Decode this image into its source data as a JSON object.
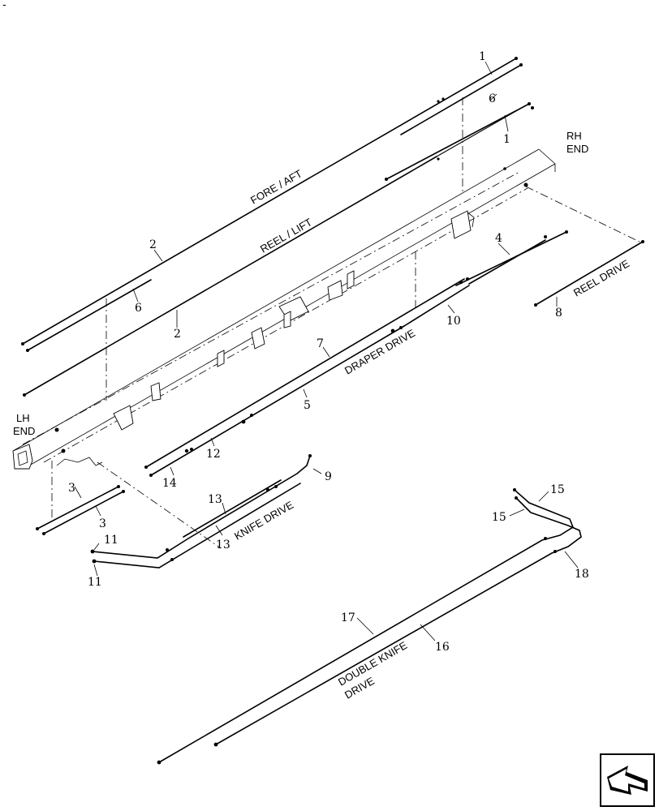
{
  "corner_mark": "-",
  "end_labels": {
    "rh_line1": "RH",
    "rh_line2": "END",
    "lh_line1": "LH",
    "lh_line2": "END"
  },
  "section_labels": {
    "fore_aft": "FORE / AFT",
    "reel_lift": "REEL / LIFT",
    "reel_drive": "REEL DRIVE",
    "draper_drive": "DRAPER DRIVE",
    "knife_drive": "KNIFE DRIVE",
    "double_knife_line1": "DOUBLE KNIFE",
    "double_knife_line2": "DRIVE"
  },
  "callouts": {
    "c1a": "1",
    "c1b": "1",
    "c6a": "6",
    "c6b": "6",
    "c2a": "2",
    "c2b": "2",
    "c4": "4",
    "c8": "8",
    "c10": "10",
    "c7": "7",
    "c5": "5",
    "c12": "12",
    "c14": "14",
    "c9": "9",
    "c3a": "3",
    "c3b": "3",
    "c13a": "13",
    "c13b": "13",
    "c11a": "11",
    "c11b": "11",
    "c15a": "15",
    "c15b": "15",
    "c18": "18",
    "c17": "17",
    "c16": "16"
  },
  "nav_icon": "next-page-arrow-icon"
}
